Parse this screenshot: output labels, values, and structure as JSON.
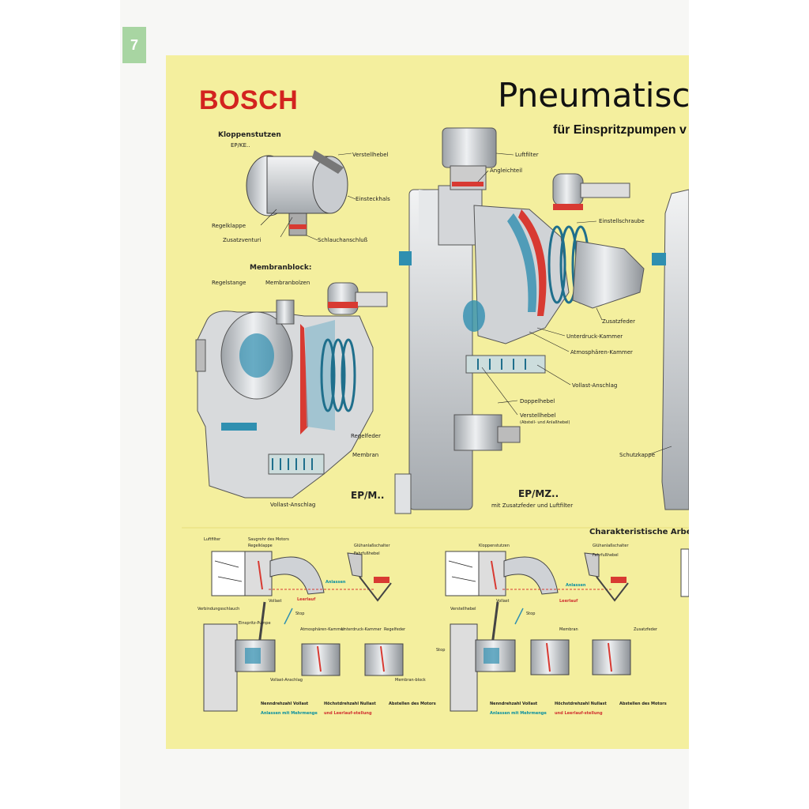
{
  "page_number": "7",
  "brand": "BOSCH",
  "title": "Pneumatisc",
  "subtitle": "für Einspritzpumpen v",
  "klappen": {
    "heading": "Kloppenstutzen",
    "code": "EP/KE..",
    "labels": [
      "Verstellhebel",
      "Einsteckhals",
      "Regelklappe",
      "Zusatzventuri",
      "Schlauchanschluß"
    ]
  },
  "membran": {
    "heading": "Membranblock:",
    "labels": [
      "Regelstange",
      "Membranbolzen",
      "Regelfeder",
      "Membran",
      "Vollast-Anschlag"
    ],
    "model": "EP/M.."
  },
  "center": {
    "labels": [
      "Luftfilter",
      "Angleichteil",
      "Einstellschraube",
      "Zusatzfeder",
      "Unterdruck-Kammer",
      "Atmosphären-Kammer",
      "Vollast-Anschlag",
      "Doppelhebel",
      "Verstellhebel",
      "(Abstell- und Anlaßhebel)",
      "Schutzkappe"
    ],
    "model": "EP/MZ..",
    "model_note": "mit Zusatzfeder und Luftfilter"
  },
  "charakter_heading": "Charakteristische Arbeit",
  "left_schema": {
    "top_labels": [
      "Luftfilter",
      "Saugrohr des Motors",
      "Regelklappe",
      "Glühanlaßschalter",
      "Fahrfußhebel",
      "Anlassen",
      "Leerlauf",
      "Vollast",
      "Verbindungsschlauch",
      "Stop"
    ],
    "bottom_labels": [
      "Einspritz-Pumpe",
      "Atmosphären-Kammer",
      "Unterdruck-Kammer",
      "Regelfeder",
      "Vollast-Anschlag",
      "Membran-block"
    ],
    "captions": [
      {
        "title": "Nenndrehzahl Vollast",
        "note": "Anlassen mit Mehrmenge"
      },
      {
        "title": "Höchstdrehzahl Nullast",
        "note": "und Leerlauf-stellung"
      },
      {
        "title": "Abstellen des Motors",
        "note": ""
      }
    ]
  },
  "right_schema": {
    "top_labels": [
      "Kloppenstutzen",
      "Glühanlaßschalter",
      "Fahrfußhebel",
      "Anlassen",
      "Leerlauf",
      "Verstellhebel",
      "Vollast",
      "Stop"
    ],
    "bottom_labels": [
      "Membran",
      "Zusatzfeder",
      "Stop"
    ],
    "captions": [
      {
        "title": "Nenndrehzahl Vollast",
        "note": "Anlassen mit Mehrmenge"
      },
      {
        "title": "Höchstdrehzahl Nullast",
        "note": "und Leerlauf-stellung"
      },
      {
        "title": "Abstellen des Motors",
        "note": ""
      }
    ]
  },
  "colors": {
    "poster_bg": "#f4ef9e",
    "brand_red": "#d3231f",
    "steel": "#c9ccd0",
    "accent_blue": "#2f8fb0",
    "accent_red": "#d83a32",
    "badge_green": "#a8d5a2"
  }
}
